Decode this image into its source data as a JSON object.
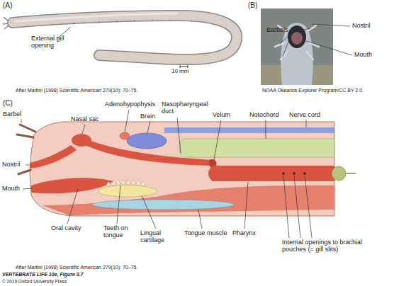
{
  "diagram": {
    "labels": [
      "(A)",
      "External gill opening",
      "10 mm",
      "After Martini (1998) Scientific American 279(10): 70–75.",
      "(B)",
      "Barbels",
      "Nostril",
      "Mouth",
      "NOAA Okeanos Explorer Program/CC BY 2.0.",
      "(C)",
      "Barbel",
      "Nasal sac",
      "Adenohypophysis",
      "Brain",
      "Nasopharyngeal duct",
      "Velum",
      "Notochord",
      "Nerve cord",
      "Nostril",
      "Mouth",
      "Oral cavity",
      "Teeth on tongue",
      "Lingual cartilage",
      "Tongue muscle",
      "Pharynx",
      "Internal openings to brachial pouches (= gill slits)",
      "After Martini (1998) Scientific American 279(10): 70–75.",
      "VERTEBRATE LIFE 10e, Figure 3.7",
      "© 2019 Oxford University Press"
    ]
  }
}
